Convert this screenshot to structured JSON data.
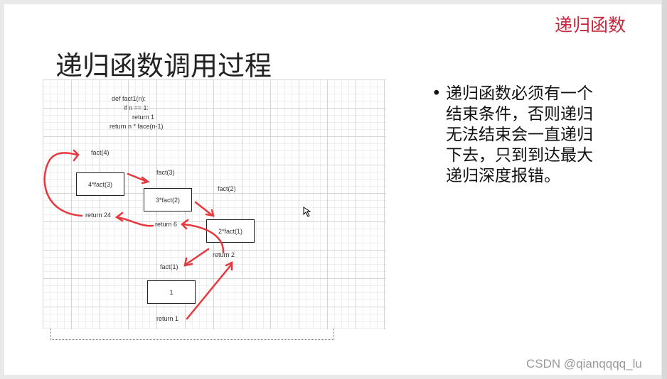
{
  "slide": {
    "tag": "递归函数",
    "title": "递归函数调用过程",
    "bullet": "递归函数必须有一个结束条件，否则递归无法结束会一直递归下去，只到到达最大递归深度报错。"
  },
  "diagram": {
    "code": [
      "def  fact1(n):",
      "if n == 1:",
      "return 1",
      "return n * face(n-1)"
    ],
    "calls": [
      "fact(4)",
      "fact(3)",
      "fact(2)",
      "fact(1)"
    ],
    "boxes": [
      "4*fact(3)",
      "3*fact(2)",
      "2*fact(1)",
      "1"
    ],
    "returns": [
      "return 24",
      "return 6",
      "return 2",
      "return 1"
    ],
    "arrow_color": "#e8383d"
  },
  "watermark": "CSDN @qianqqqq_lu"
}
